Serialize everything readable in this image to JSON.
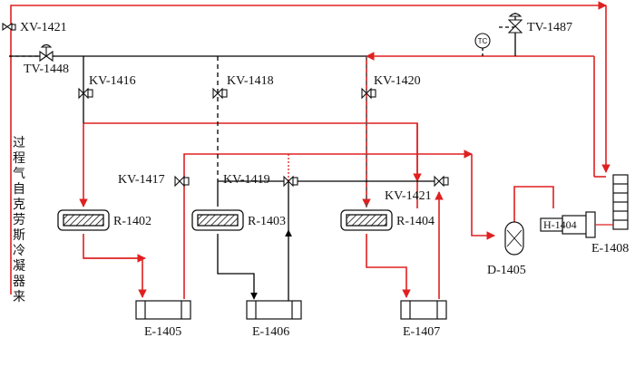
{
  "labels": {
    "xv1421": "XV-1421",
    "tv1448": "TV-1448",
    "tv1487": "TV-1487",
    "tc": "TC",
    "kv1416": "KV-1416",
    "kv1418": "KV-1418",
    "kv1420": "KV-1420",
    "kv1417": "KV-1417",
    "kv1419": "KV-1419",
    "kv1421": "KV-1421",
    "r1402": "R-1402",
    "r1403": "R-1403",
    "r1404": "R-1404",
    "h1404": "H-1404",
    "e1408": "E-1408",
    "d1405": "D-1405",
    "e1405": "E-1405",
    "e1406": "E-1406",
    "e1407": "E-1407",
    "source": "过程气自克劳斯冷凝器来"
  },
  "colors": {
    "process_line": "#e02020",
    "utility_line": "#000000",
    "equipment_stroke": "#111111"
  }
}
